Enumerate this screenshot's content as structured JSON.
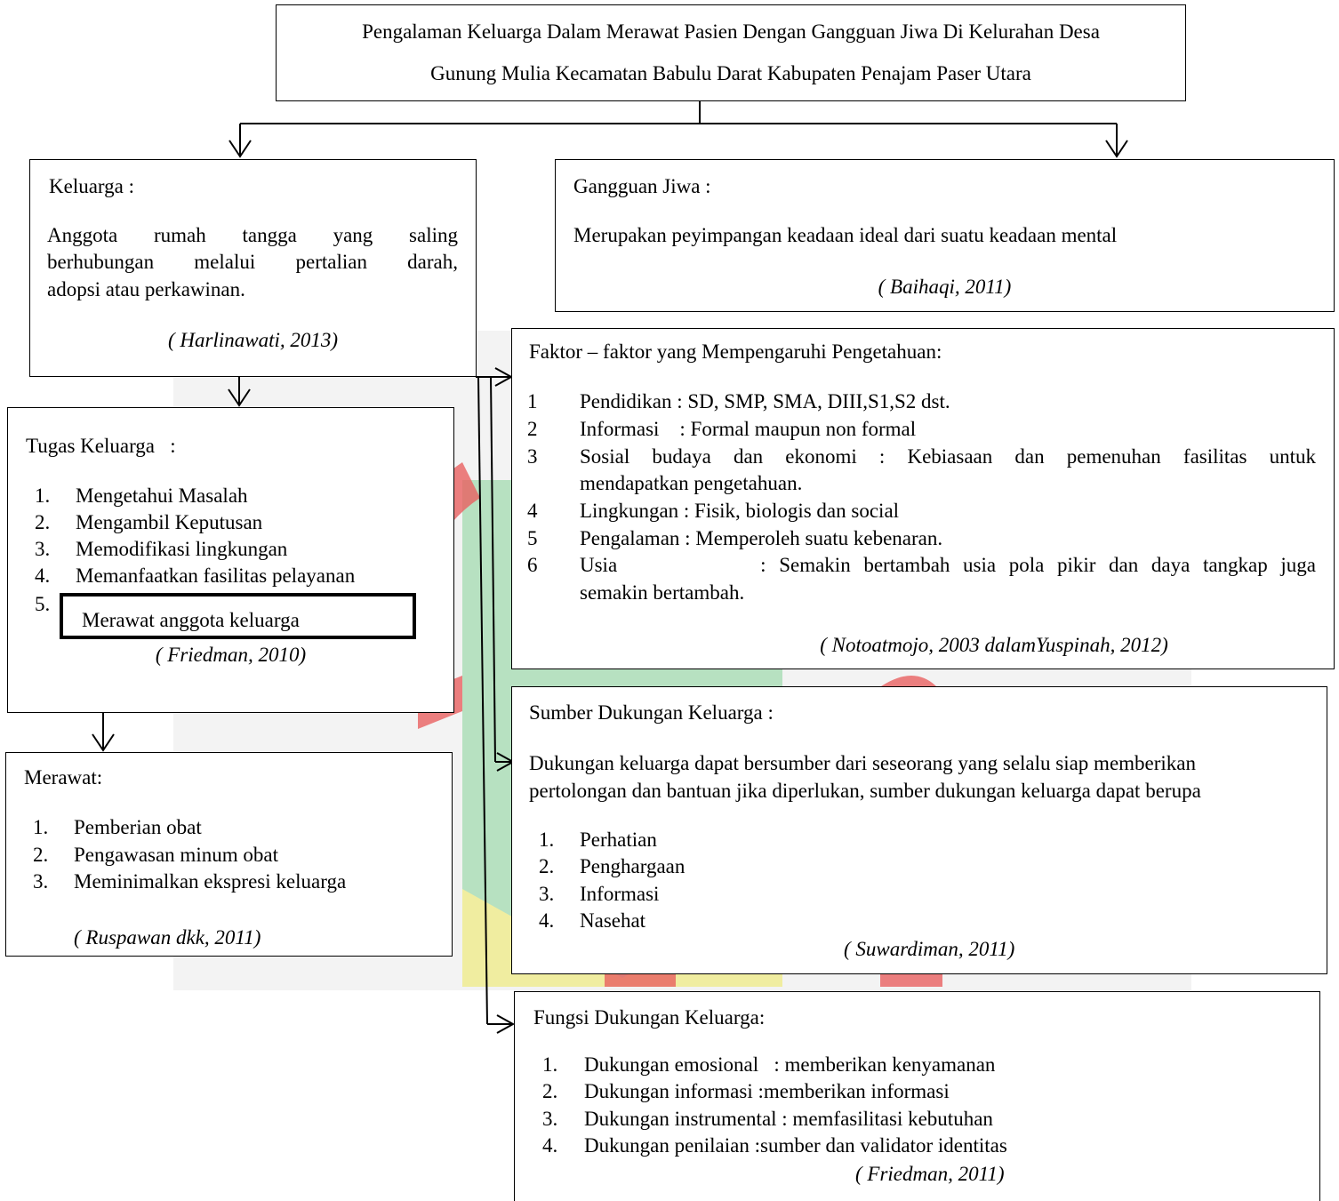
{
  "title": {
    "line1": "Pengalaman Keluarga Dalam Merawat Pasien Dengan Gangguan Jiwa Di Kelurahan Desa",
    "line2": "Gunung Mulia Kecamatan Babulu Darat Kabupaten Penajam Paser Utara"
  },
  "keluarga": {
    "heading": "Keluarga :",
    "lines": [
      "Anggota rumah tangga yang saling",
      "berhubungan melalui pertalian darah,",
      "adopsi atau perkawinan."
    ],
    "citation": "( Harlinawati, 2013)"
  },
  "gangguan": {
    "heading": "Gangguan Jiwa :",
    "body": "Merupakan peyimpangan keadaan ideal dari suatu keadaan mental",
    "citation": "( Baihaqi, 2011)"
  },
  "tugas": {
    "heading": "Tugas Keluarga   :",
    "items": [
      {
        "num": "1.",
        "text": "Mengetahui Masalah"
      },
      {
        "num": "2.",
        "text": "Mengambil Keputusan"
      },
      {
        "num": "3.",
        "text": "Memodifikasi lingkungan"
      },
      {
        "num": "4.",
        "text": "Memanfaatkan fasilitas pelayanan"
      },
      {
        "num": "5.",
        "text": "Merawat anggota keluarga"
      }
    ],
    "citation": "( Friedman, 2010)"
  },
  "merawat": {
    "heading": "Merawat:",
    "items": [
      {
        "num": "1.",
        "text": "Pemberian obat"
      },
      {
        "num": "2.",
        "text": "Pengawasan minum obat"
      },
      {
        "num": "3.",
        "text": "Meminimalkan ekspresi keluarga"
      }
    ],
    "citation": "( Ruspawan dkk, 2011)"
  },
  "faktor": {
    "heading": "Faktor – faktor yang Mempengaruhi Pengetahuan:",
    "items": [
      {
        "num": "1",
        "lines": [
          "Pendidikan : SD, SMP, SMA, DIII,S1,S2 dst."
        ]
      },
      {
        "num": "2",
        "lines": [
          "Informasi    : Formal maupun non formal"
        ]
      },
      {
        "num": "3",
        "lines": [
          "Sosial budaya dan ekonomi : Kebiasaan dan pemenuhan fasilitas untuk",
          "mendapatkan pengetahuan."
        ]
      },
      {
        "num": "4",
        "lines": [
          "Lingkungan : Fisik, biologis dan social"
        ]
      },
      {
        "num": "5",
        "lines": [
          "Pengalaman : Memperoleh suatu kebenaran."
        ]
      },
      {
        "num": "6",
        "lines": [
          "Usia           : Semakin bertambah usia pola pikir dan daya tangkap juga",
          "semakin bertambah."
        ]
      }
    ],
    "citation": "( Notoatmojo, 2003 dalamYuspinah, 2012)"
  },
  "sumber": {
    "heading": "Sumber Dukungan Keluarga :",
    "lines": [
      "Dukungan keluarga dapat bersumber dari seseorang yang selalu siap memberikan",
      "pertolongan dan bantuan jika diperlukan, sumber dukungan keluarga dapat berupa"
    ],
    "items": [
      {
        "num": "1.",
        "text": "Perhatian"
      },
      {
        "num": "2.",
        "text": "Penghargaan"
      },
      {
        "num": "3.",
        "text": "Informasi"
      },
      {
        "num": "4.",
        "text": "Nasehat"
      }
    ],
    "citation": "( Suwardiman, 2011)"
  },
  "fungsi": {
    "heading": "Fungsi Dukungan Keluarga:",
    "items": [
      {
        "num": "1.",
        "text": "Dukungan emosional   : memberikan kenyamanan"
      },
      {
        "num": "2.",
        "text": "Dukungan informasi :memberikan informasi"
      },
      {
        "num": "3.",
        "text": "Dukungan instrumental : memfasilitasi kebutuhan"
      },
      {
        "num": "4.",
        "text": "Dukungan penilaian :sumber dan validator identitas"
      }
    ],
    "citation": "( Friedman, 2011)"
  },
  "watermark_colors": {
    "green": "#a8dcb4",
    "red": "#e86060",
    "yellow": "#f6ee9c",
    "gray": "#f3f3f3"
  }
}
